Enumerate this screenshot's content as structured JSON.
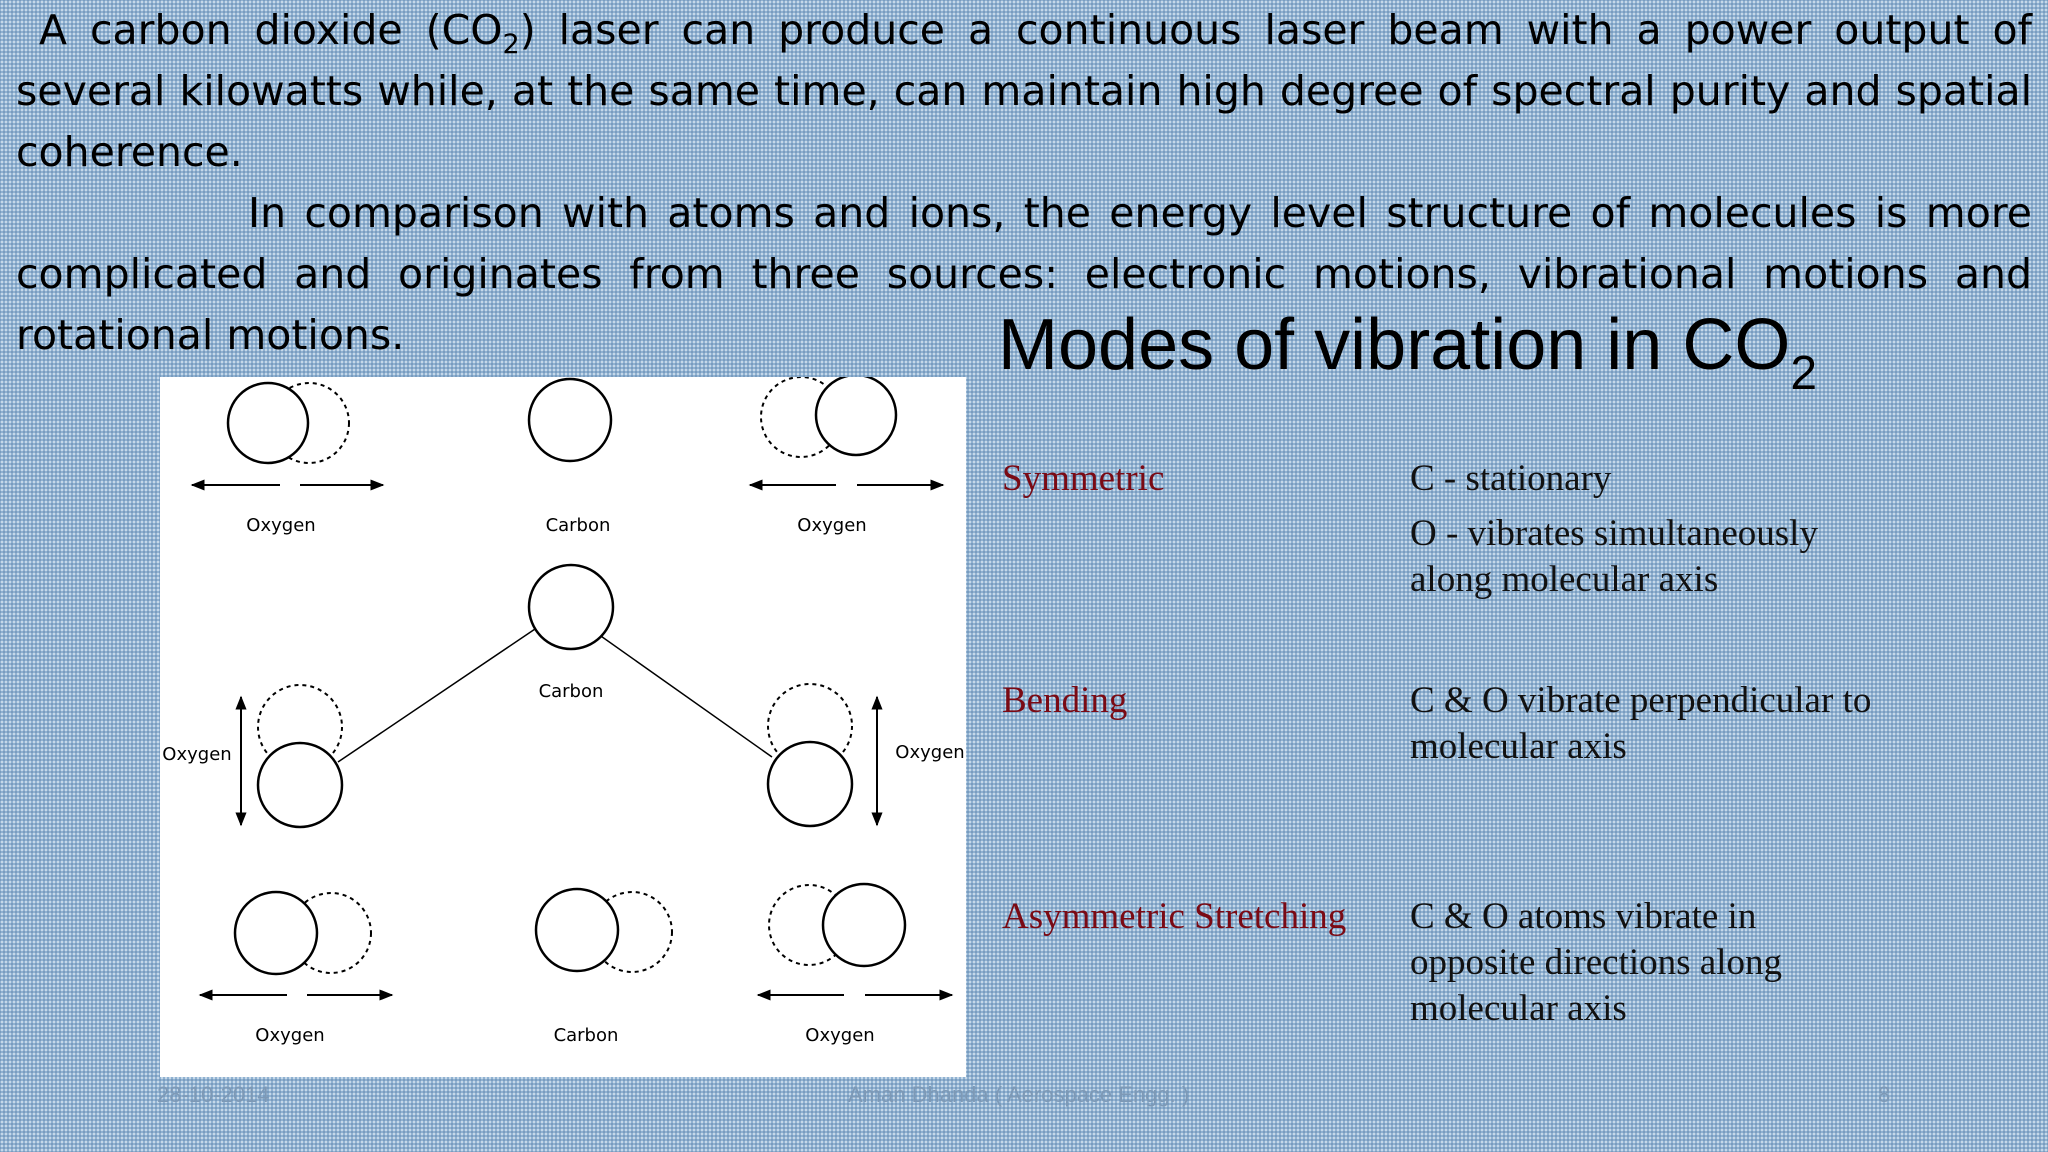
{
  "intro": {
    "p1_before": "A carbon dioxide (CO",
    "p1_sub": "2",
    "p1_after": ") laser can produce a continuous laser beam with a power output of several kilowatts while, at the same time, can maintain high degree of spectral purity and spatial coherence.",
    "p2": "In comparison with atoms and ions, the energy level structure of molecules is more complicated and originates from three sources: electronic motions, vibrational motions and rotational motions."
  },
  "title": {
    "text": "Modes of vibration in CO",
    "sub": "2"
  },
  "diagram": {
    "symmetric": {
      "left": "Oxygen",
      "center": "Carbon",
      "right": "Oxygen"
    },
    "bending": {
      "left": "Oxygen",
      "center": "Carbon",
      "right": "Oxygen"
    },
    "asymmetric": {
      "left": "Oxygen",
      "center": "Carbon",
      "right": "Oxygen"
    }
  },
  "modes": [
    {
      "name": "Symmetric",
      "desc_lines": [
        "C - stationary",
        "O - vibrates simultaneously",
        "along molecular axis"
      ]
    },
    {
      "name": "Bending",
      "desc_lines": [
        "C & O vibrate perpendicular to",
        "molecular axis"
      ]
    },
    {
      "name": "Asymmetric Stretching",
      "desc_lines": [
        "C & O atoms vibrate in",
        "opposite directions along",
        "molecular axis"
      ]
    }
  ],
  "footer": {
    "date": "28-10-2014",
    "author": "Aman Dhanda ( Aerospace Engg. )",
    "page": "8"
  }
}
